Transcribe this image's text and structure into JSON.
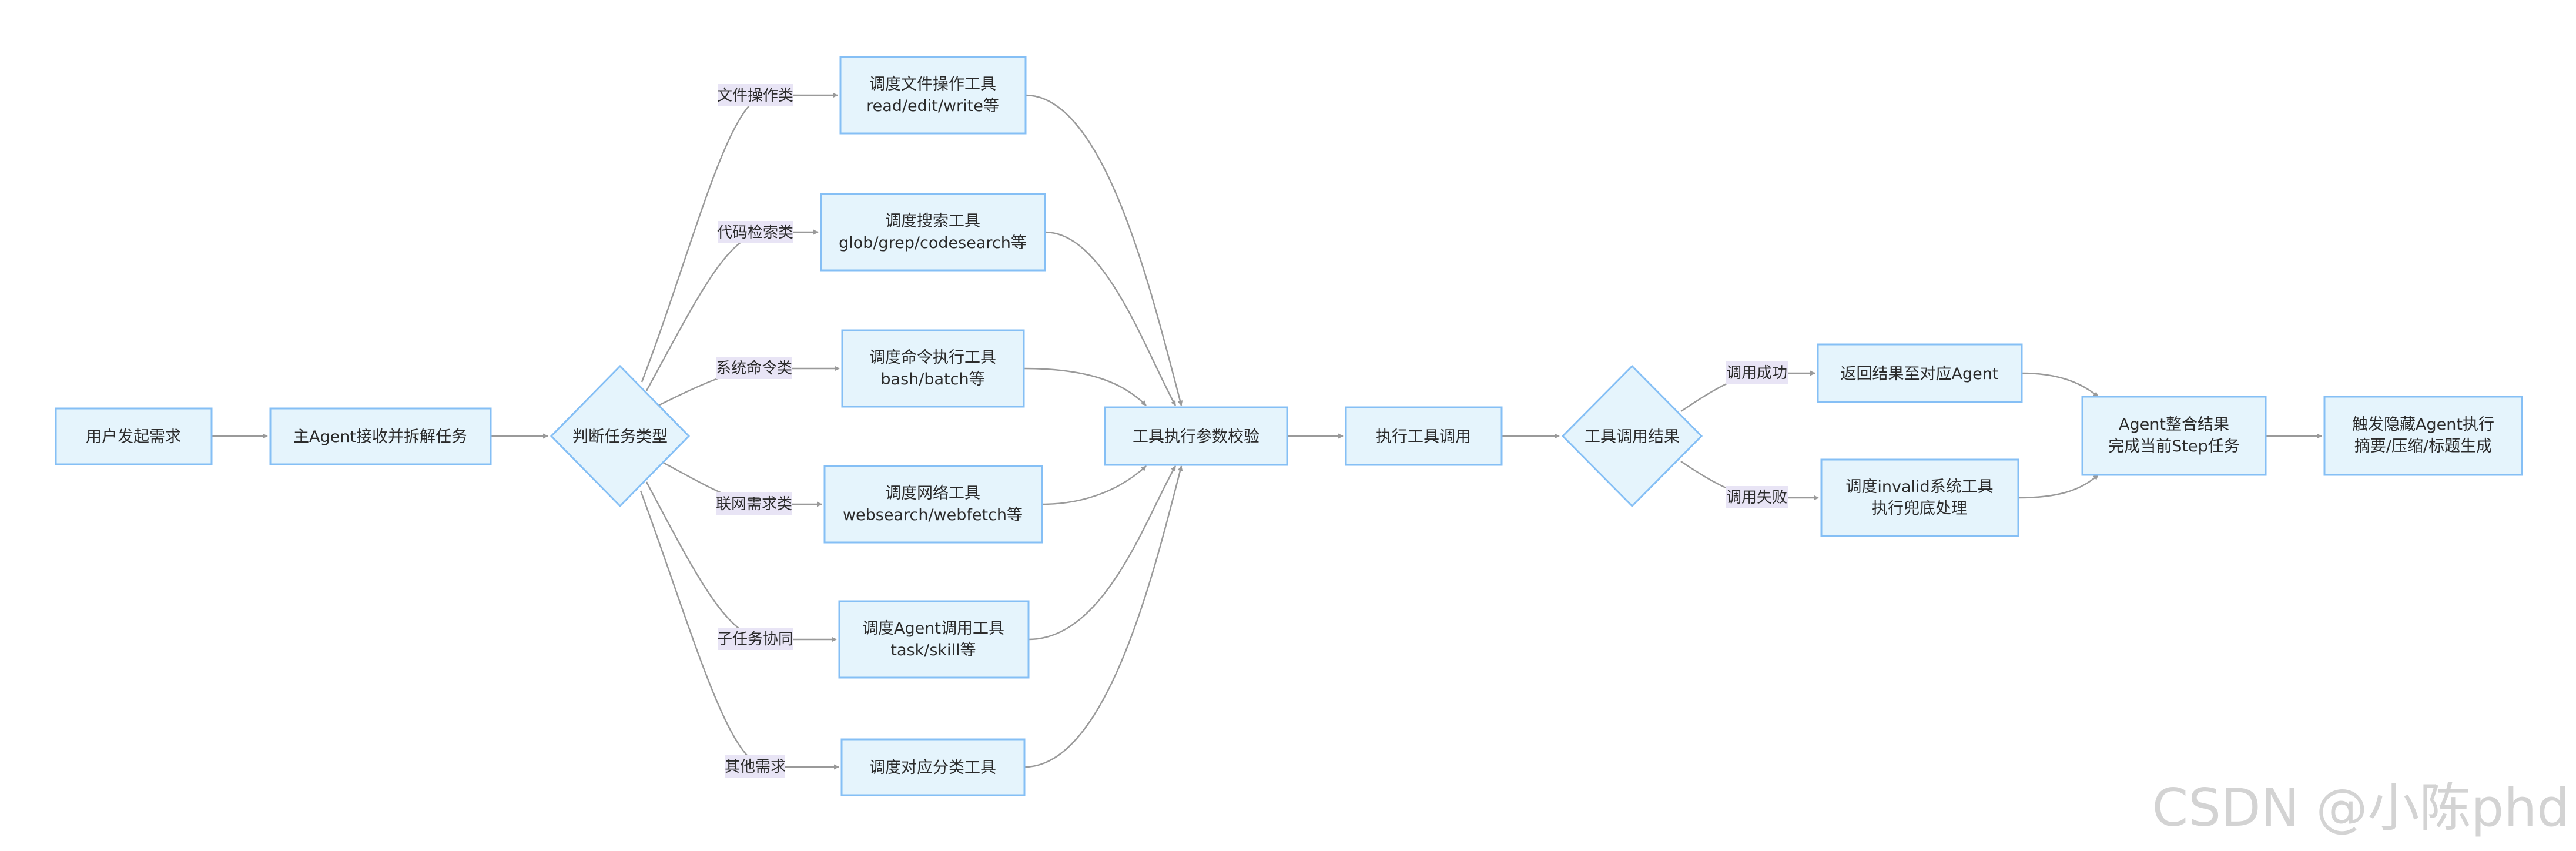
{
  "nodes": {
    "n1": {
      "lines": [
        "用户发起需求"
      ]
    },
    "n2": {
      "lines": [
        "主Agent接收并拆解任务"
      ]
    },
    "n3": {
      "lines": [
        "判断任务类型"
      ]
    },
    "t1": {
      "lines": [
        "调度文件操作工具",
        "read/edit/write等"
      ]
    },
    "t2": {
      "lines": [
        "调度搜索工具",
        "glob/grep/codesearch等"
      ]
    },
    "t3": {
      "lines": [
        "调度命令执行工具",
        "bash/batch等"
      ]
    },
    "t4": {
      "lines": [
        "调度网络工具",
        "websearch/webfetch等"
      ]
    },
    "t5": {
      "lines": [
        "调度Agent调用工具",
        "task/skill等"
      ]
    },
    "t6": {
      "lines": [
        "调度对应分类工具"
      ]
    },
    "v": {
      "lines": [
        "工具执行参数校验"
      ]
    },
    "x": {
      "lines": [
        "执行工具调用"
      ]
    },
    "r": {
      "lines": [
        "工具调用结果"
      ]
    },
    "s": {
      "lines": [
        "返回结果至对应Agent"
      ]
    },
    "f": {
      "lines": [
        "调度invalid系统工具",
        "执行兜底处理"
      ]
    },
    "a": {
      "lines": [
        "Agent整合结果",
        "完成当前Step任务"
      ]
    },
    "h": {
      "lines": [
        "触发隐藏Agent执行",
        "摘要/压缩/标题生成"
      ]
    }
  },
  "edge_labels": {
    "e_t1": "文件操作类",
    "e_t2": "代码检索类",
    "e_t3": "系统命令类",
    "e_t4": "联网需求类",
    "e_t5": "子任务协同",
    "e_t6": "其他需求",
    "e_s": "调用成功",
    "e_f": "调用失败"
  },
  "watermark": "CSDN @小陈phd",
  "colors": {
    "node_fill": "#e5f4fc",
    "node_stroke": "#85bff5",
    "edge": "#9a9a9a",
    "label_bg": "#e8e4f5"
  }
}
